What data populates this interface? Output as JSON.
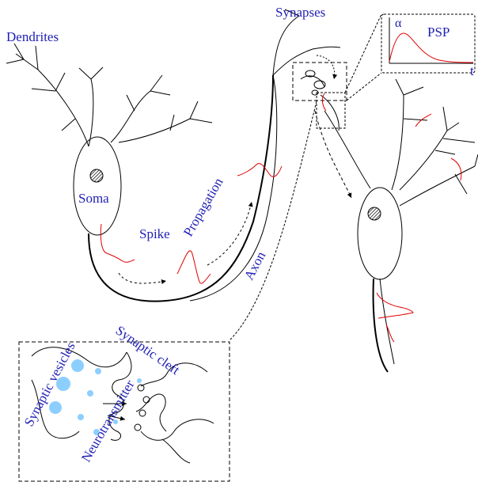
{
  "colors": {
    "line": "#000000",
    "label": "#1f1fb4",
    "signal": "#e00000",
    "vesicle": "#8ccfff"
  },
  "labels": {
    "dendrites": "Dendrites",
    "synapses": "Synapses",
    "soma": "Soma",
    "spike": "Spike",
    "propagation": "Propagation",
    "axon": "Axon",
    "synaptic_vesicles": "Synaptic vesicles",
    "synaptic_cleft": "Synaptic cleft",
    "neurotransmitter": "Neurotransmitter"
  },
  "psp_inset": {
    "title": "PSP",
    "y_axis": "α",
    "x_axis": "t"
  }
}
